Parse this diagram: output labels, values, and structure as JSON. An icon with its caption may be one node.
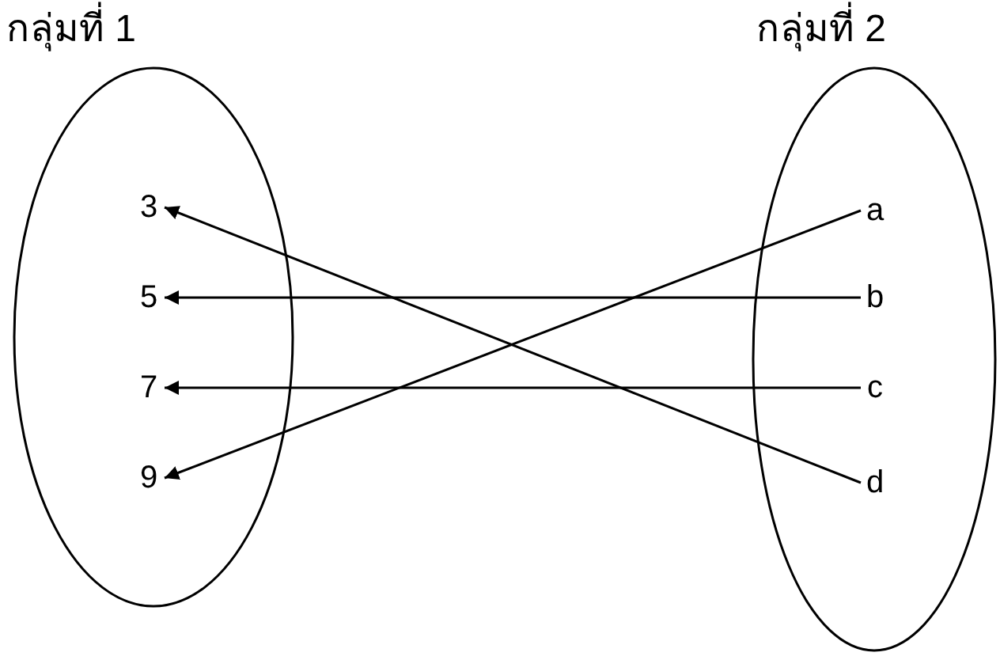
{
  "diagram": {
    "nodes": [
      {
        "text": [
          "กลุ่มที่ 1"
        ]
      },
      {
        "text": [
          "กลุ่มที่ 2"
        ]
      },
      {
        "text": [
          "3"
        ],
        "in": 0
      },
      {
        "text": [
          "5"
        ],
        "in": 0
      },
      {
        "text": [
          "7"
        ],
        "in": 0
      },
      {
        "text": [
          "9"
        ],
        "in": 0
      },
      {
        "text": [
          "a"
        ],
        "in": 1
      },
      {
        "text": [
          "b"
        ],
        "in": 1
      },
      {
        "text": [
          "c"
        ],
        "in": 1
      },
      {
        "text": [
          "d"
        ],
        "in": 1
      }
    ],
    "edges": [
      {
        "from": 6,
        "to": 5,
        "arrow": "to"
      },
      {
        "from": 7,
        "to": 3,
        "arrow": "to"
      },
      {
        "from": 8,
        "to": 4,
        "arrow": "to"
      },
      {
        "from": 9,
        "to": 2,
        "arrow": "to"
      }
    ]
  }
}
